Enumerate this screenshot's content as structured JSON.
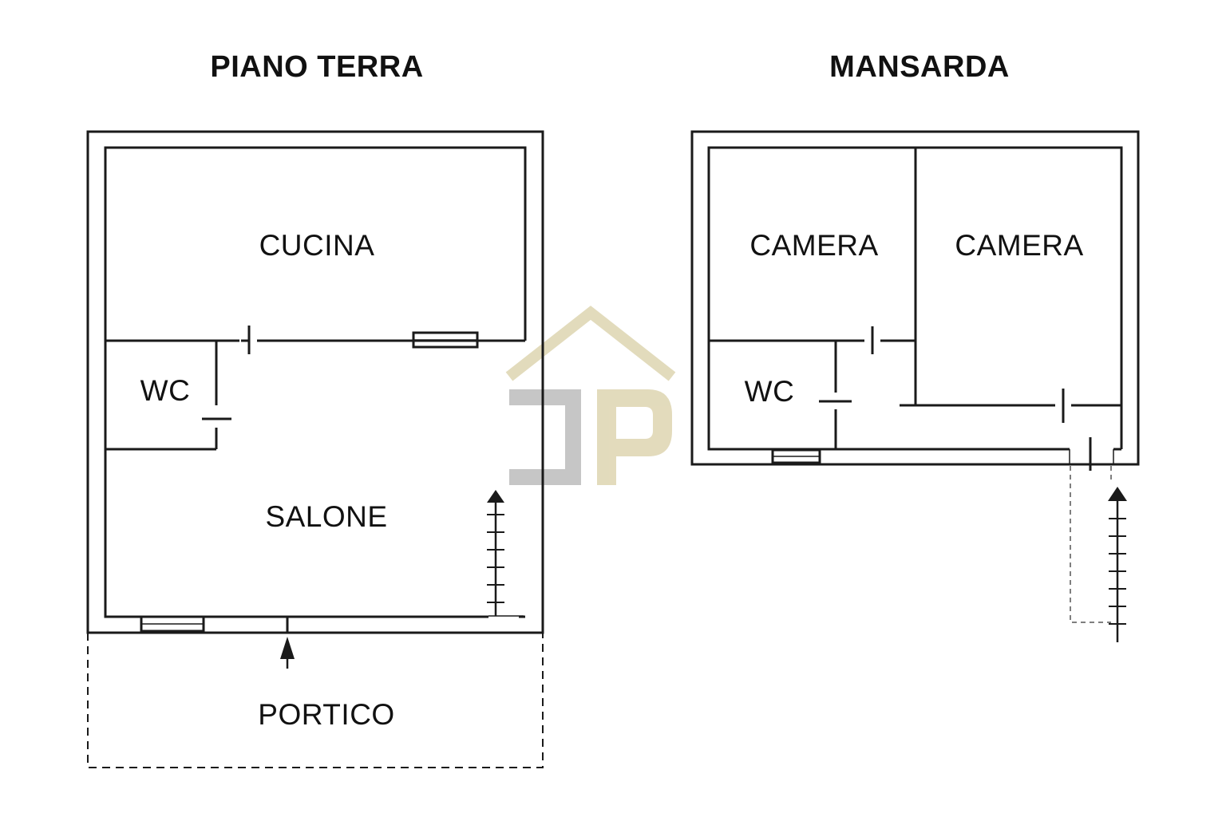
{
  "floors": {
    "ground": {
      "title": "PIANO TERRA",
      "rooms": {
        "cucina": "CUCINA",
        "wc": "WC",
        "salone": "SALONE",
        "portico": "PORTICO"
      }
    },
    "attic": {
      "title": "MANSARDA",
      "rooms": {
        "camera_left": "CAMERA",
        "camera_right": "CAMERA",
        "wc": "WC"
      }
    }
  },
  "watermark": {
    "roof_color": "#d9cfa6",
    "j_color": "#b3b3b3",
    "p_color": "#d9cfa6"
  }
}
